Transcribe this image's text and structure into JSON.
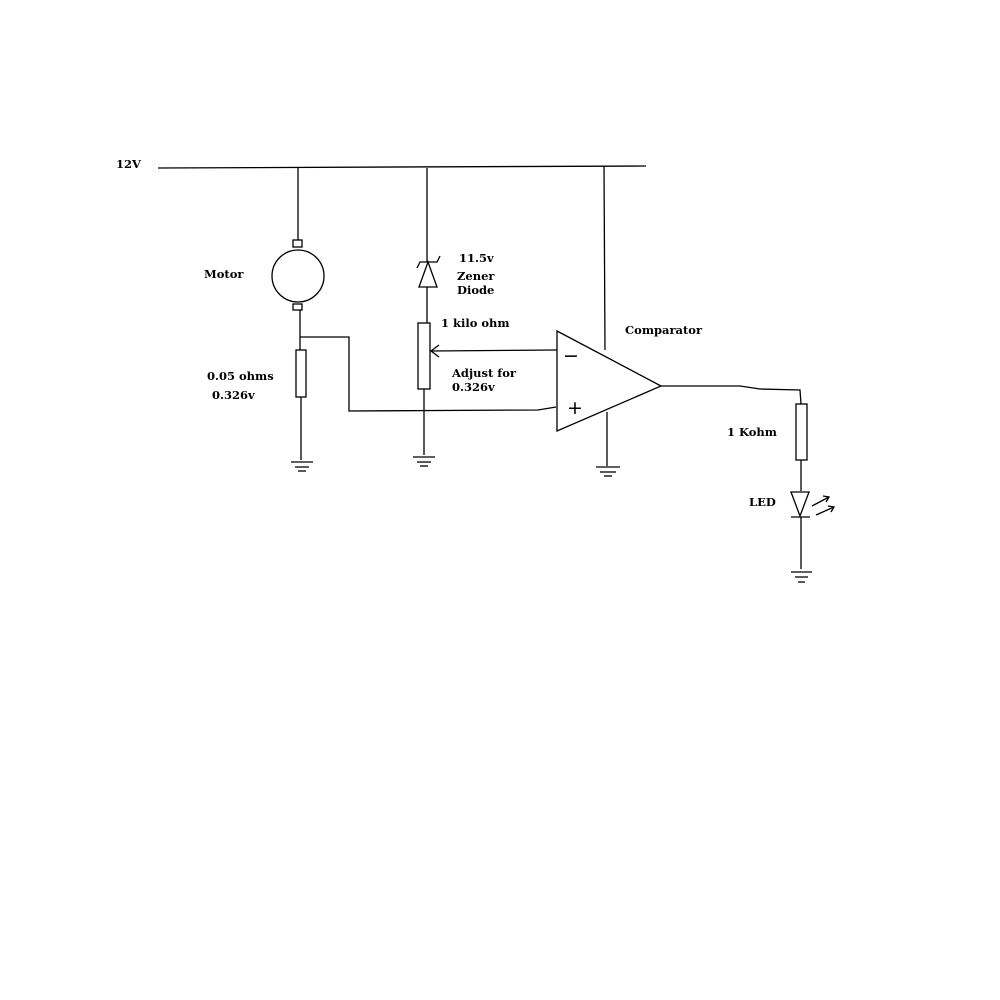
{
  "labels": {
    "supply": "12V",
    "motor": "Motor",
    "zener_value": "11.5v",
    "zener_name_line1": "Zener",
    "zener_name_line2": "Diode",
    "pot": "1 kilo ohm",
    "adjust_line1": "Adjust for",
    "adjust_line2": "0.326v",
    "shunt_value": "0.05 ohms",
    "shunt_voltage": "0.326v",
    "comparator": "Comparator",
    "led_resistor": "1 Kohm",
    "led": "LED"
  },
  "comparator_pins": {
    "inverting": "−",
    "non_inverting": "+"
  },
  "colors": {
    "wire": "#000000",
    "background": "#ffffff"
  }
}
